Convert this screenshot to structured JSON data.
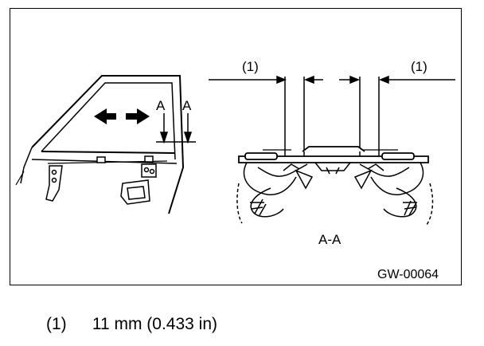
{
  "figure": {
    "left_view": {
      "section_label_1": "A",
      "section_label_2": "A"
    },
    "right_view": {
      "callout_left": "(1)",
      "callout_right": "(1)",
      "section_title": "A-A"
    },
    "figure_code": "GW-00064"
  },
  "legend": [
    {
      "marker": "(1)",
      "text": "11 mm (0.433 in)"
    }
  ]
}
